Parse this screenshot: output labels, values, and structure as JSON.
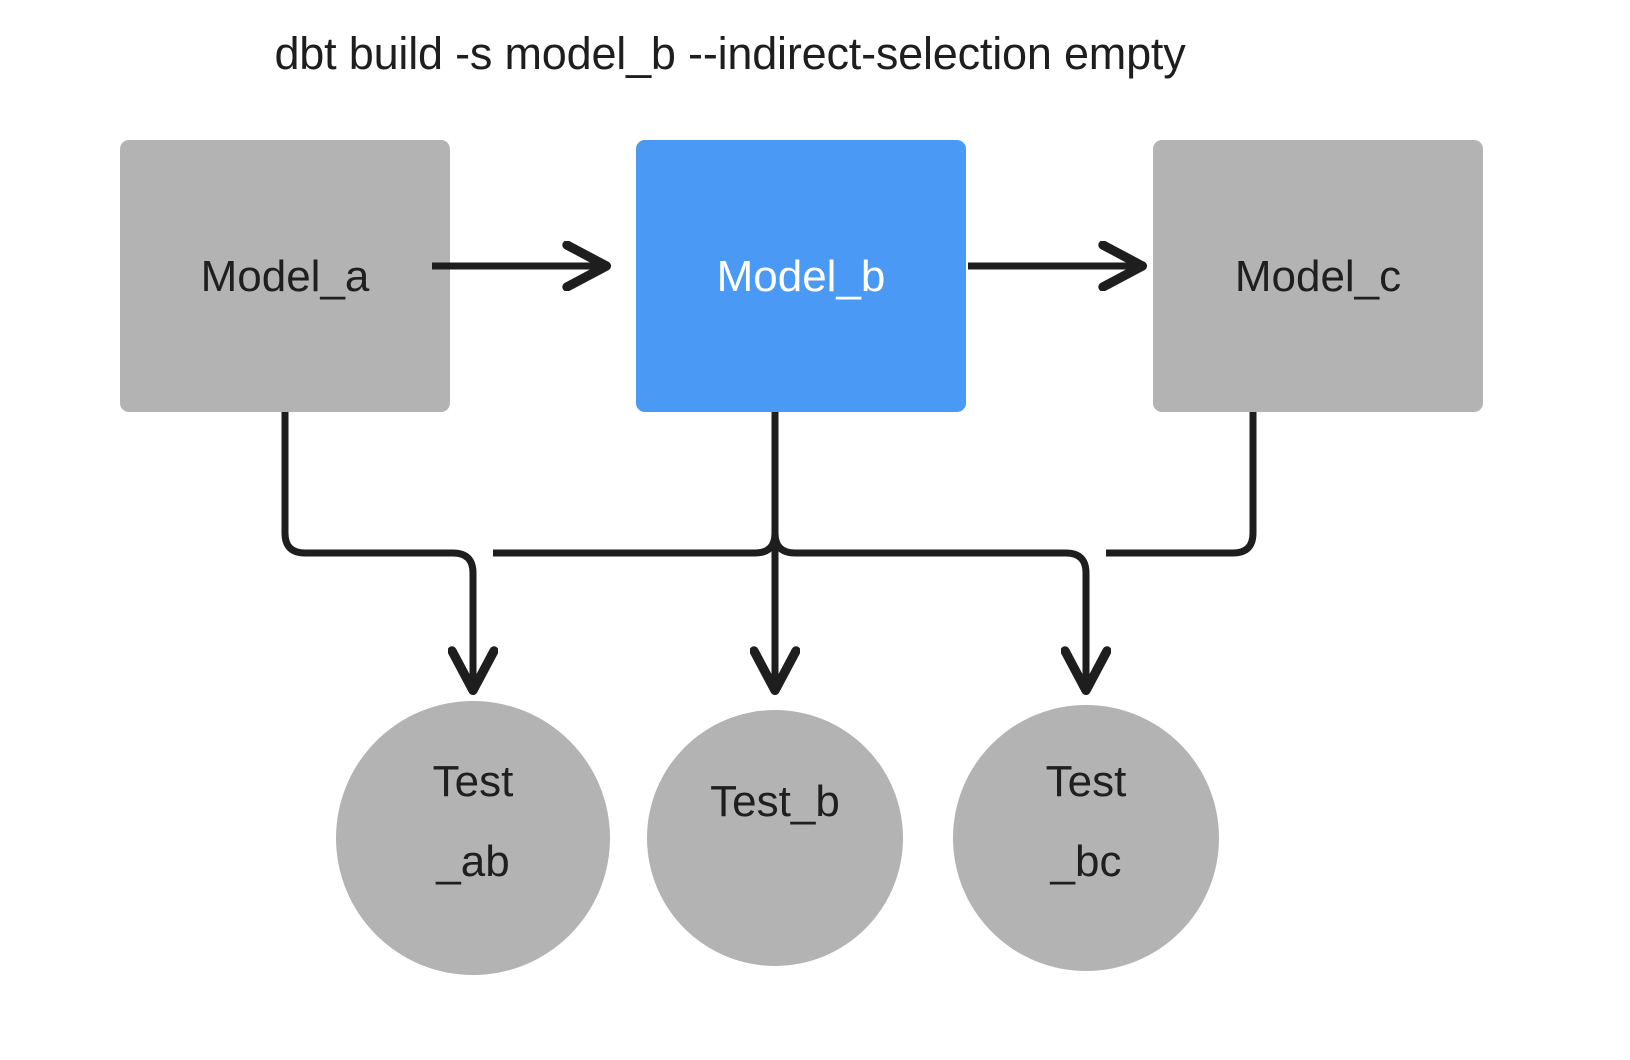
{
  "title": "dbt build -s model_b --indirect-selection empty",
  "colors": {
    "background": "#ffffff",
    "node_gray": "#b3b3b3",
    "node_selected_blue": "#4a9af5",
    "edge_black": "#1e1e1e",
    "text_dark": "#1f1f1f",
    "text_light": "#ffffff"
  },
  "models": [
    {
      "id": "model_a",
      "label": "Model_a",
      "state": "unselected"
    },
    {
      "id": "model_b",
      "label": "Model_b",
      "state": "selected"
    },
    {
      "id": "model_c",
      "label": "Model_c",
      "state": "unselected"
    }
  ],
  "tests": [
    {
      "id": "test_ab",
      "line1": "Test",
      "line2": "_ab",
      "state": "unselected"
    },
    {
      "id": "test_b",
      "line1": "Test_b",
      "line2": "",
      "state": "unselected"
    },
    {
      "id": "test_bc",
      "line1": "Test",
      "line2": "_bc",
      "state": "unselected"
    }
  ],
  "edges": [
    {
      "from": "model_a",
      "to": "model_b",
      "kind": "model-to-model"
    },
    {
      "from": "model_b",
      "to": "model_c",
      "kind": "model-to-model"
    },
    {
      "from": "model_a",
      "to": "test_ab",
      "kind": "model-to-test"
    },
    {
      "from": "model_b",
      "to": "test_ab",
      "kind": "model-to-test"
    },
    {
      "from": "model_b",
      "to": "test_b",
      "kind": "model-to-test"
    },
    {
      "from": "model_b",
      "to": "test_bc",
      "kind": "model-to-test"
    },
    {
      "from": "model_c",
      "to": "test_bc",
      "kind": "model-to-test"
    }
  ]
}
